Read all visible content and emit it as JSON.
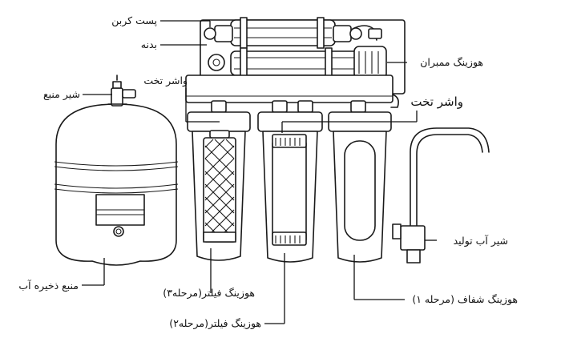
{
  "labels": {
    "post_carbon": "پست کربن",
    "body": "بدنه",
    "membrane_housing": "هوزینگ ممبران",
    "flat_washer_left": "واشر تخت",
    "flat_washer_right": "واشر تخت",
    "source_valve": "شیر منبع",
    "water_tank": "منبع ذخیره آب",
    "faucet": "شیر آب تولید",
    "stage3_housing": "هوزینگ فیلتر(مرحله۳)",
    "stage2_housing": "هوزینگ فیلتر(مرحله۲)",
    "stage1_clear_housing": "هوزینگ شفاف (مرحله ۱)"
  },
  "colors": {
    "line": "#1a1a1a",
    "background": "#ffffff"
  }
}
